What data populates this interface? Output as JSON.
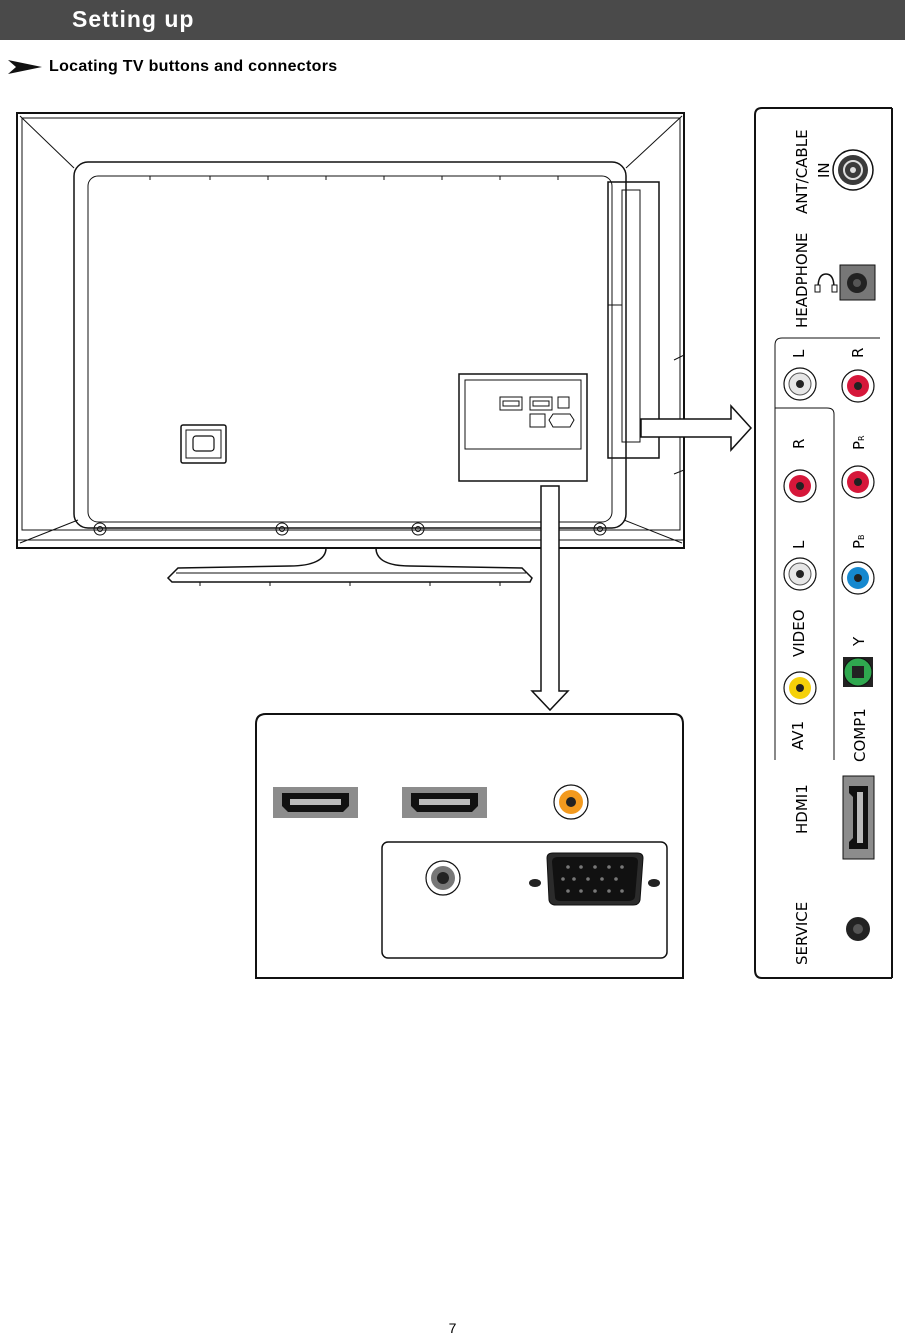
{
  "header": {
    "title": "Setting up"
  },
  "section": {
    "subtitle": "Locating TV buttons and connectors"
  },
  "side_panel": {
    "ant_cable_line1": "ANT/CABLE",
    "ant_cable_line2": "IN",
    "headphone": "HEADPHONE",
    "audio_l_top": "L",
    "audio_r_top": "R",
    "av1_r": "R",
    "av1_l": "L",
    "av1_video": "VIDEO",
    "av1": "AV1",
    "comp_pr": "P",
    "comp_pr_sub": "R",
    "comp_pb": "P",
    "comp_pb_sub": "B",
    "comp_y": "Y",
    "comp1": "COMP1",
    "hdmi1": "HDMI1",
    "service": "SERVICE"
  },
  "colors": {
    "header_bg": "#4a4a4a",
    "jack_red": "#d6173a",
    "jack_white": "#e6e6e6",
    "jack_yellow": "#f5d10a",
    "jack_blue": "#1588cf",
    "jack_green": "#2fa84f",
    "jack_orange": "#f39a1e",
    "port_gray": "#8c8c8c"
  },
  "footer": {
    "page_number": "7"
  }
}
